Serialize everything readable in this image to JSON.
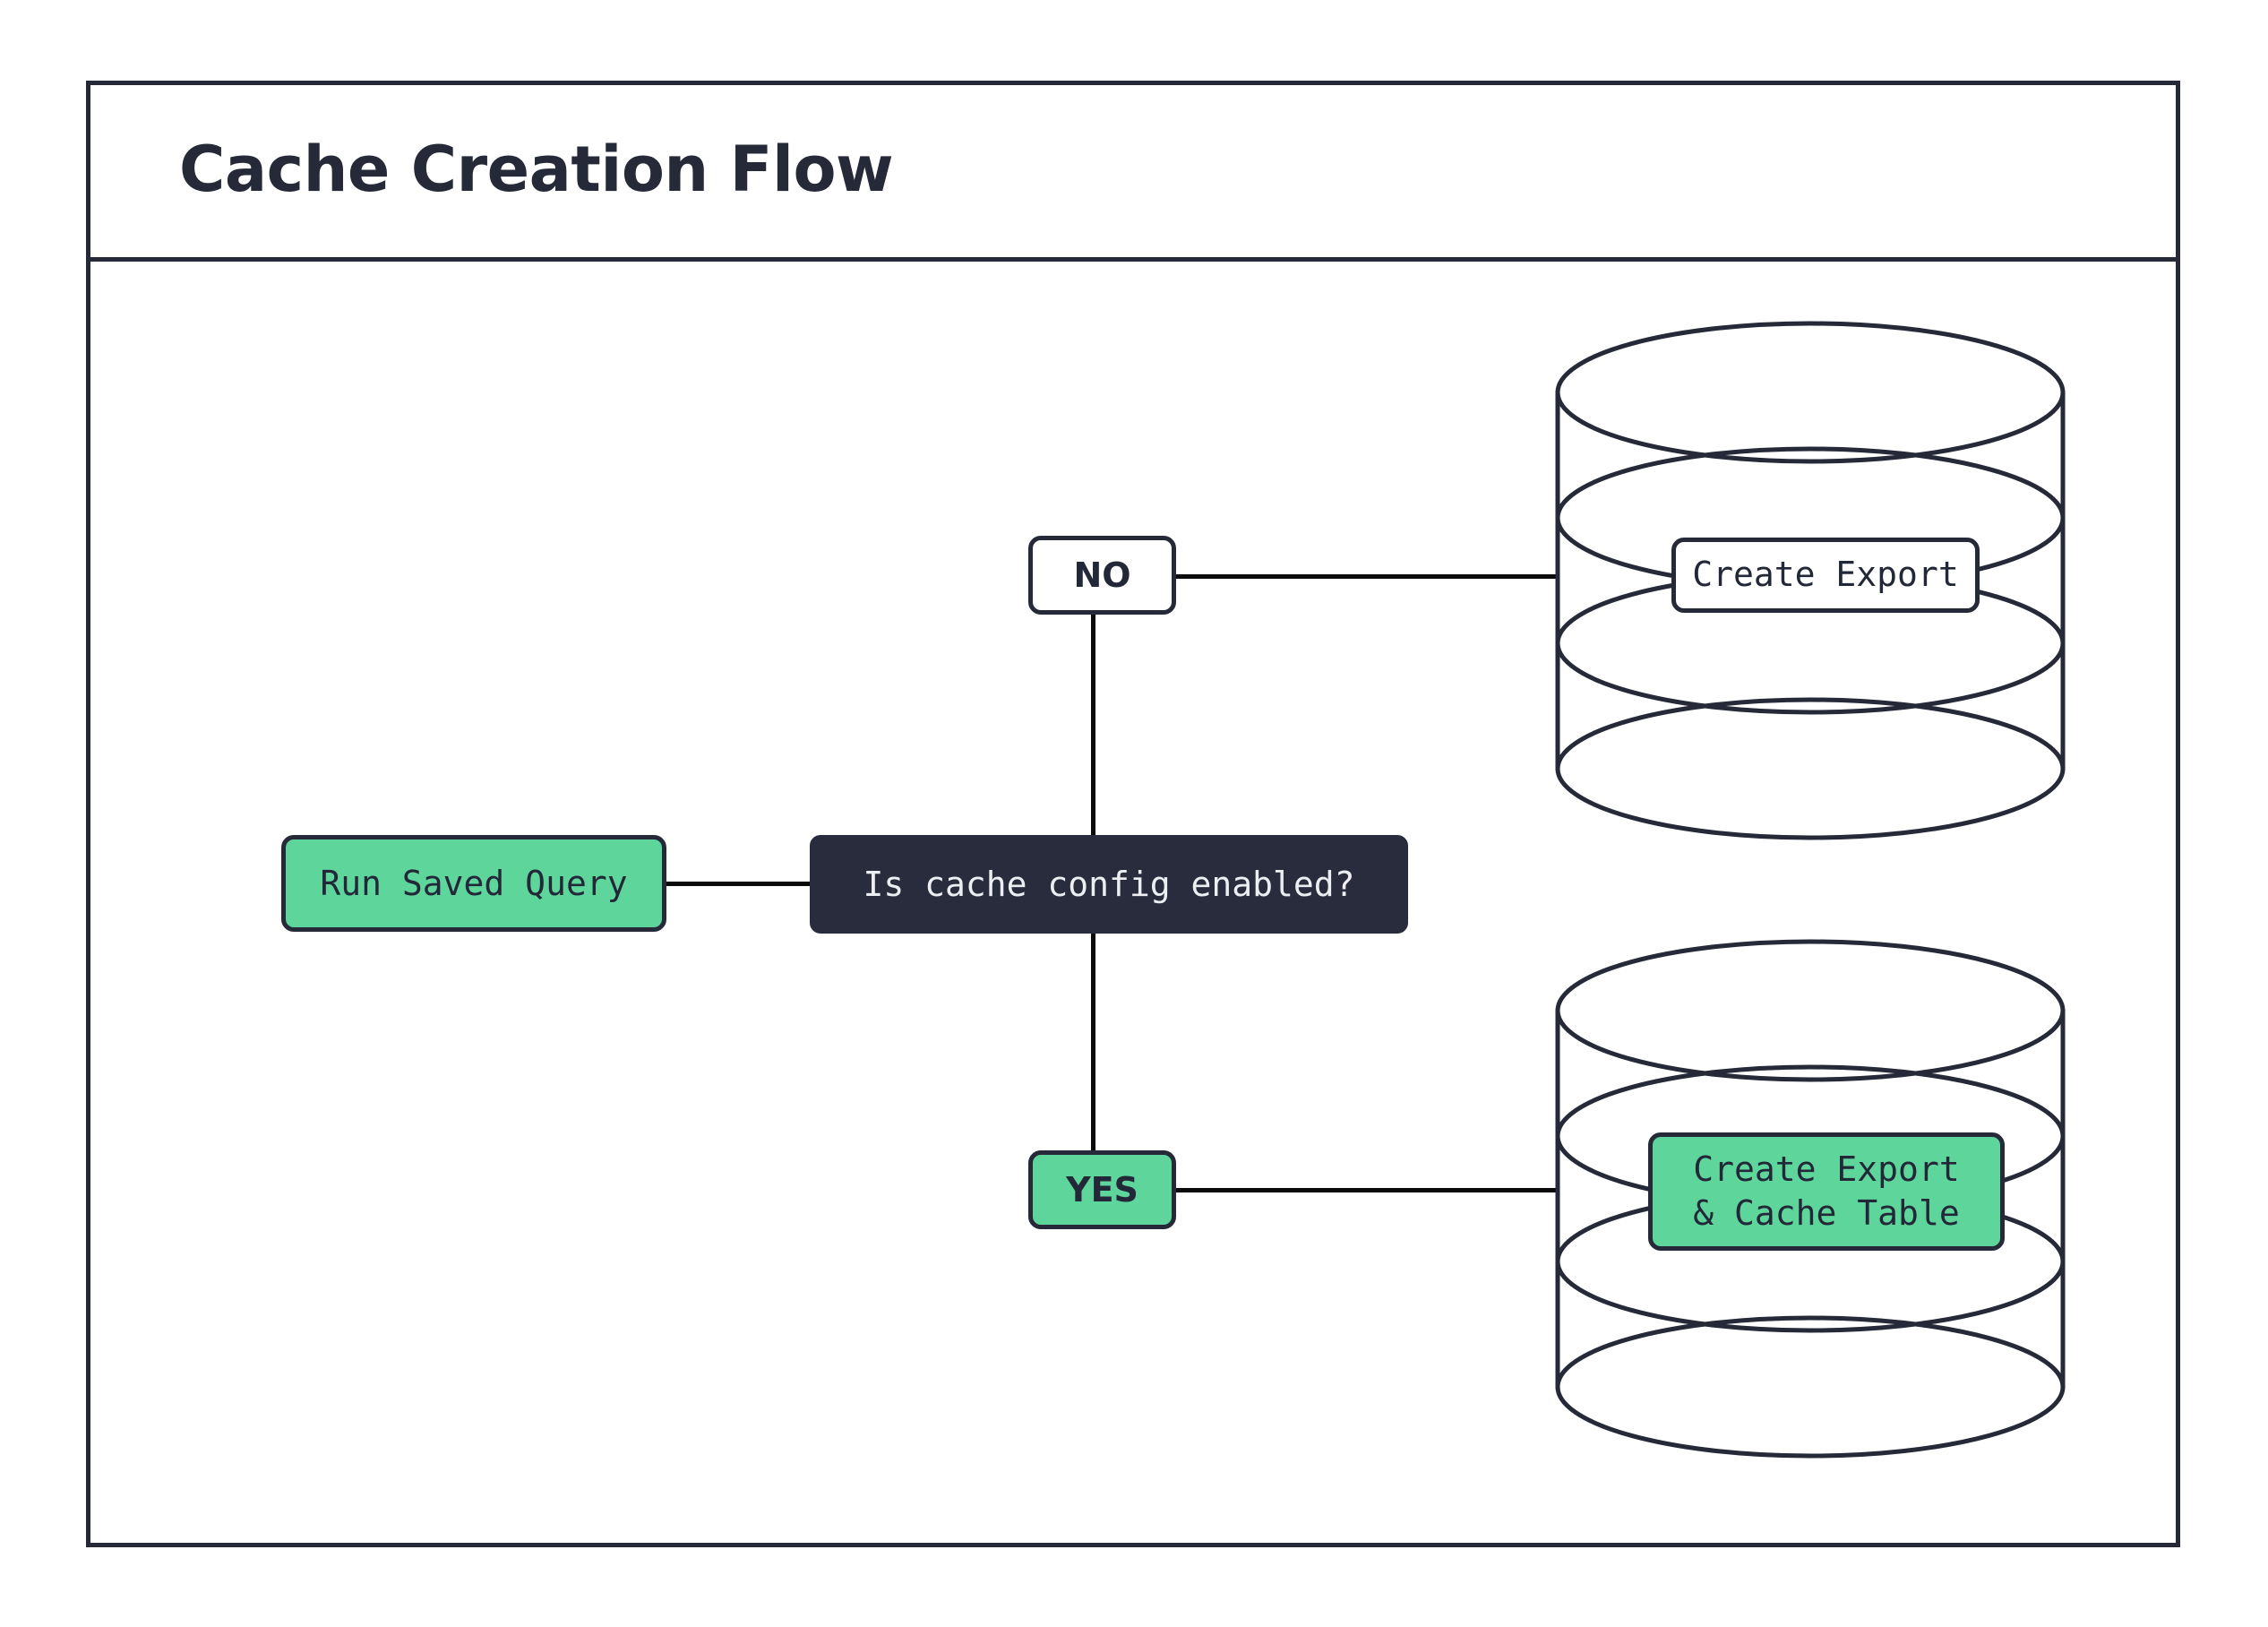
{
  "frame": {
    "title": "Cache Creation Flow"
  },
  "colors": {
    "accent_green": "#5ed69b",
    "dark_navy": "#282c3d",
    "stroke": "#252938",
    "background": "#ffffff",
    "dark_text": "#232838",
    "light_text": "#eceef2"
  },
  "nodes": {
    "run_saved_query": {
      "label": "Run Saved Query",
      "style": "green"
    },
    "decision": {
      "label": "Is cache config enabled?",
      "style": "dark"
    },
    "branch_no": {
      "label": "NO",
      "style": "white"
    },
    "branch_yes": {
      "label": "YES",
      "style": "green"
    },
    "db_no": {
      "shape": "database-cylinder",
      "label": "Create Export",
      "label_style": "white"
    },
    "db_yes": {
      "shape": "database-cylinder",
      "label": "Create Export\n& Cache Table",
      "label_style": "green"
    }
  },
  "edges": [
    {
      "from": "run_saved_query",
      "to": "decision",
      "label": ""
    },
    {
      "from": "decision",
      "to": "branch_no",
      "label": "NO"
    },
    {
      "from": "decision",
      "to": "branch_yes",
      "label": "YES"
    },
    {
      "from": "branch_no",
      "to": "db_no",
      "label": ""
    },
    {
      "from": "branch_yes",
      "to": "db_yes",
      "label": ""
    }
  ]
}
